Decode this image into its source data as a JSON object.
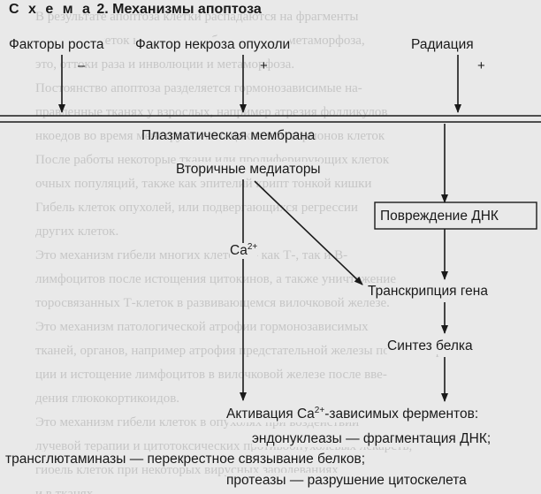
{
  "diagram": {
    "title_scheme": "С х е м а",
    "title_rest": " 2. Механизмы апоптоза",
    "factors": {
      "growth": "Факторы роста",
      "tnf": "Фактор некроза опухоли",
      "radiation": "Радиация"
    },
    "signs": {
      "growth": "–",
      "tnf": "+",
      "radiation": "+"
    },
    "membrane": "Плазматическая мембрана",
    "secondary_mediators": "Вторичные медиаторы",
    "dna_damage": "Повреждение ДНК",
    "calcium_base": "Ca",
    "calcium_sup": "2+",
    "gene_transcription": "Транскрипция гена",
    "protein_synthesis": "Синтез белка",
    "activation_prefix": "Активация Ca",
    "activation_sup": "2+",
    "activation_suffix": "-зависимых ферментов:",
    "endonucleases": "эндонуклеазы — фрагментация ДНК;",
    "transglutaminases": "трансглютаминазы — перекрестное связывание белков;",
    "proteases": "протеазы — разрушение цитоскелета"
  },
  "background_text": "В результате апоптоза клетки распадаются на фрагменты\nгормонов клеток в процессе эмбриогенеза и метаморфоза,\nэто, оттоки раза и инволюции и метаморфоза.\nПостоянство апоптоза разделяется гормонозависимые на-\nправленные тканях у взрослых, например атрезия фолликулов\nнкоедов во время менструального цикла или гормонов клеток\nПосле работы некоторые ткани или пролиферирующих клеток\nочных популяций, также как эпителий крипт тонкой кишки\nГибель клеток опухолей, или подвергающихся регрессии\nдругих клеток.\nЭто механизм гибели многих клеток — как Т-, так и В-\nлимфоцитов после истощения цитокинов, а также уничтожение\nторосвязанных Т-клеток в развивающемся вилочковой железе.\nЭто механизм патологической атрофии гормонозависимых\nтканей, органов, например атрофия предстательной железы после кастра-\nции и истощение лимфоцитов в вилочковой железе после вве-\nдения глюкокортикоидов.\nЭто механизм гибели клеток в опухолях при воздействии\nлучевой терапии и цитотоксических противоопухолевых лекарств,\nгибель клеток при некоторых вирусных заболеваниях\nи в тканях"
}
